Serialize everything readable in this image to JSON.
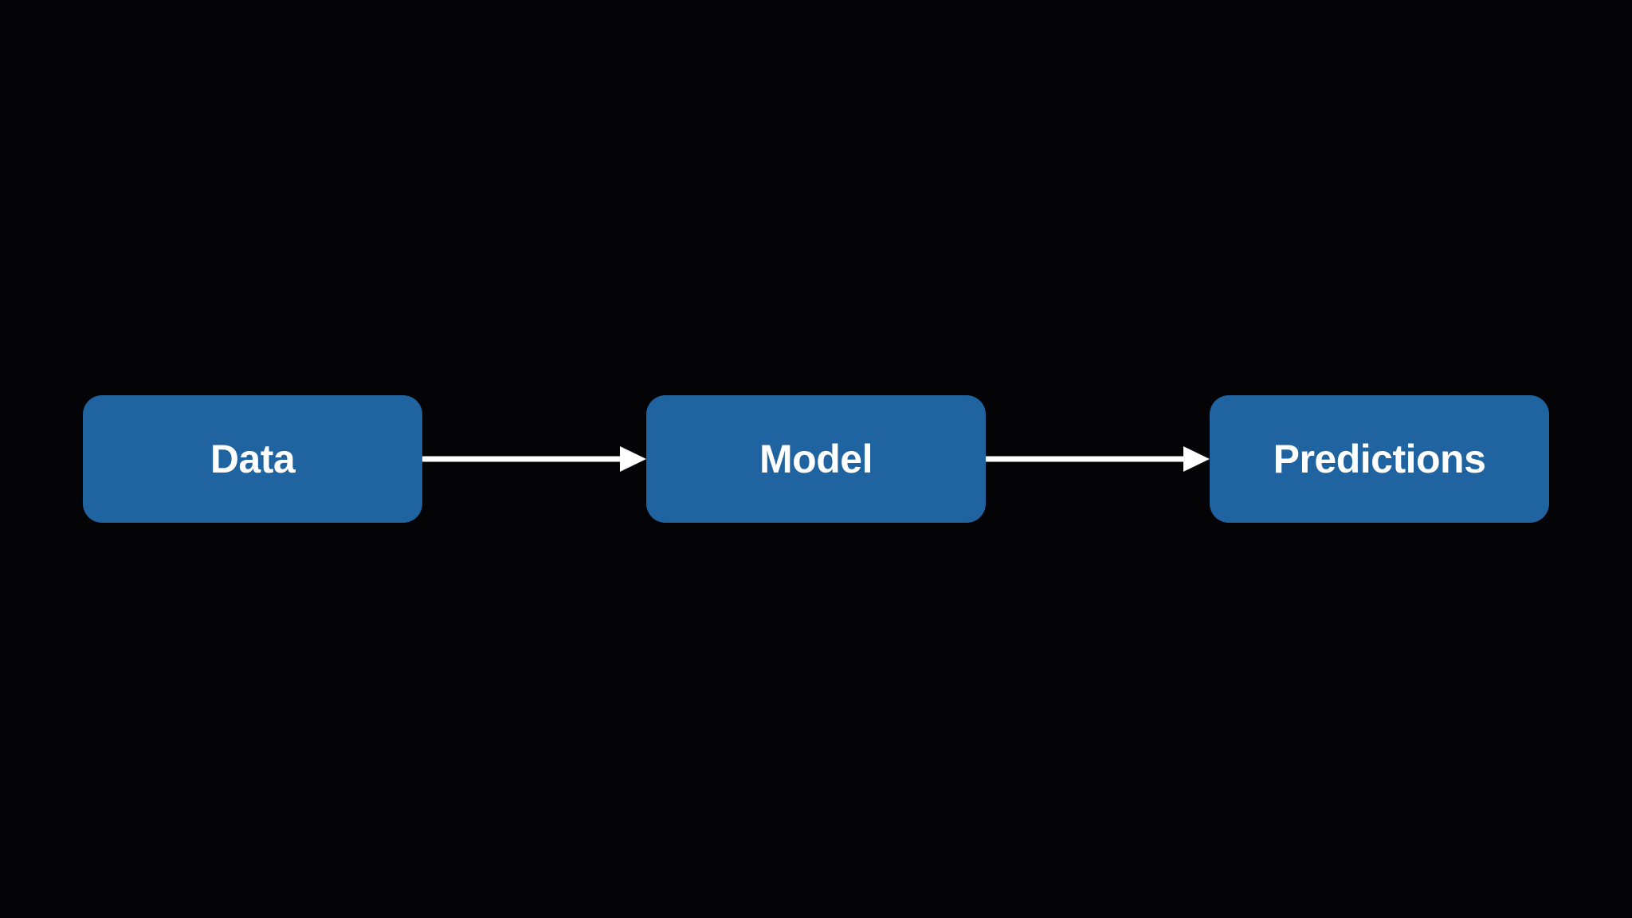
{
  "diagram": {
    "background_color": "#040306",
    "node_color": "#1f64a0",
    "arrow_color": "#ffffff",
    "nodes": [
      {
        "id": "data",
        "label": "Data"
      },
      {
        "id": "model",
        "label": "Model"
      },
      {
        "id": "predictions",
        "label": "Predictions"
      }
    ],
    "edges": [
      {
        "from": "data",
        "to": "model"
      },
      {
        "from": "model",
        "to": "predictions"
      }
    ]
  }
}
